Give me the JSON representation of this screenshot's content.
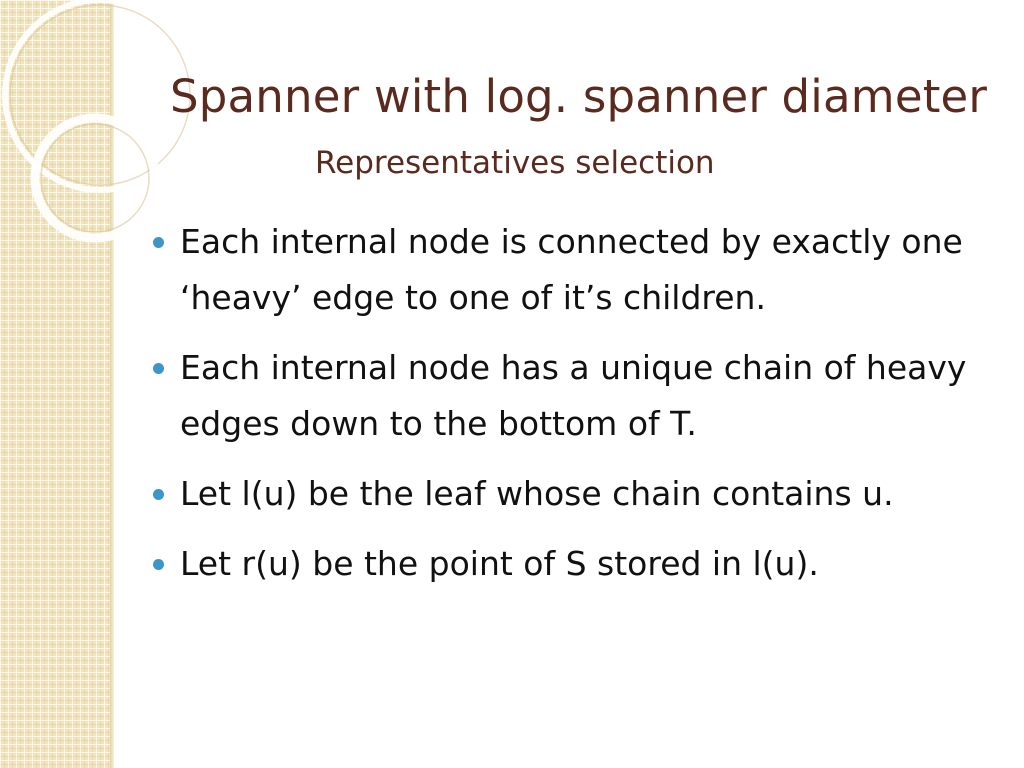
{
  "slide": {
    "title": "Spanner with log. spanner diameter",
    "subtitle": "Representatives selection",
    "bullets": [
      {
        "text": "Each internal node is connected by exactly one ‘heavy’ edge to one of it’s children."
      },
      {
        "text": "Each internal node has a unique chain of heavy edges down to the bottom of T."
      },
      {
        "text": "Let l(u) be the leaf whose chain contains u."
      },
      {
        "text": "Let r(u) be the point of S stored in l(u)."
      }
    ]
  },
  "colors": {
    "title": "#5a2a1e",
    "body_text": "#111111",
    "bullet": "#3d96c6",
    "side_strip": "#f2e4bf"
  },
  "icons": {
    "bullet": "bullet-dot-icon"
  }
}
